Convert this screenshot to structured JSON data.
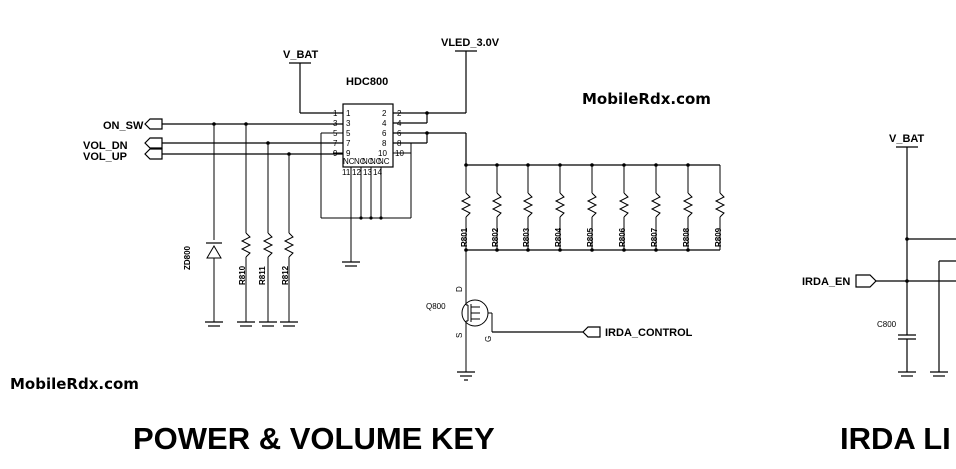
{
  "watermarks": [
    "MobileRdx.com",
    "MobileRdx.com"
  ],
  "section_titles": [
    "POWER & VOLUME KEY",
    "IRDA LI"
  ],
  "ic": {
    "name": "HDC800",
    "left_pins": [
      "1",
      "3",
      "5",
      "7",
      "9"
    ],
    "left_inner": [
      "1",
      "3",
      "5",
      "7",
      "9"
    ],
    "right_pins": [
      "2",
      "4",
      "6",
      "8",
      "10"
    ],
    "right_inner": [
      "2",
      "4",
      "6",
      "8",
      "10"
    ],
    "bottom_pins": [
      "11",
      "12",
      "13",
      "14"
    ],
    "nc_labels": [
      "NC",
      "NC",
      "NC",
      "NC",
      "NC"
    ]
  },
  "nets": {
    "vbat_left": "V_BAT",
    "vled": "VLED_3.0V",
    "on_sw": "ON_SW",
    "vol_dn": "VOL_DN",
    "vol_up": "VOL_UP",
    "irda_control": "IRDA_CONTROL",
    "vbat_right": "V_BAT",
    "irda_en": "IRDA_EN"
  },
  "components": {
    "diode": "ZD800",
    "left_resistors": [
      "R810",
      "R811",
      "R812"
    ],
    "right_resistors": [
      "R801",
      "R802",
      "R803",
      "R804",
      "R805",
      "R806",
      "R807",
      "R808",
      "R809"
    ],
    "transistor": "Q800",
    "transistor_pins": [
      "D",
      "S",
      "G"
    ],
    "capacitor": "C800"
  }
}
